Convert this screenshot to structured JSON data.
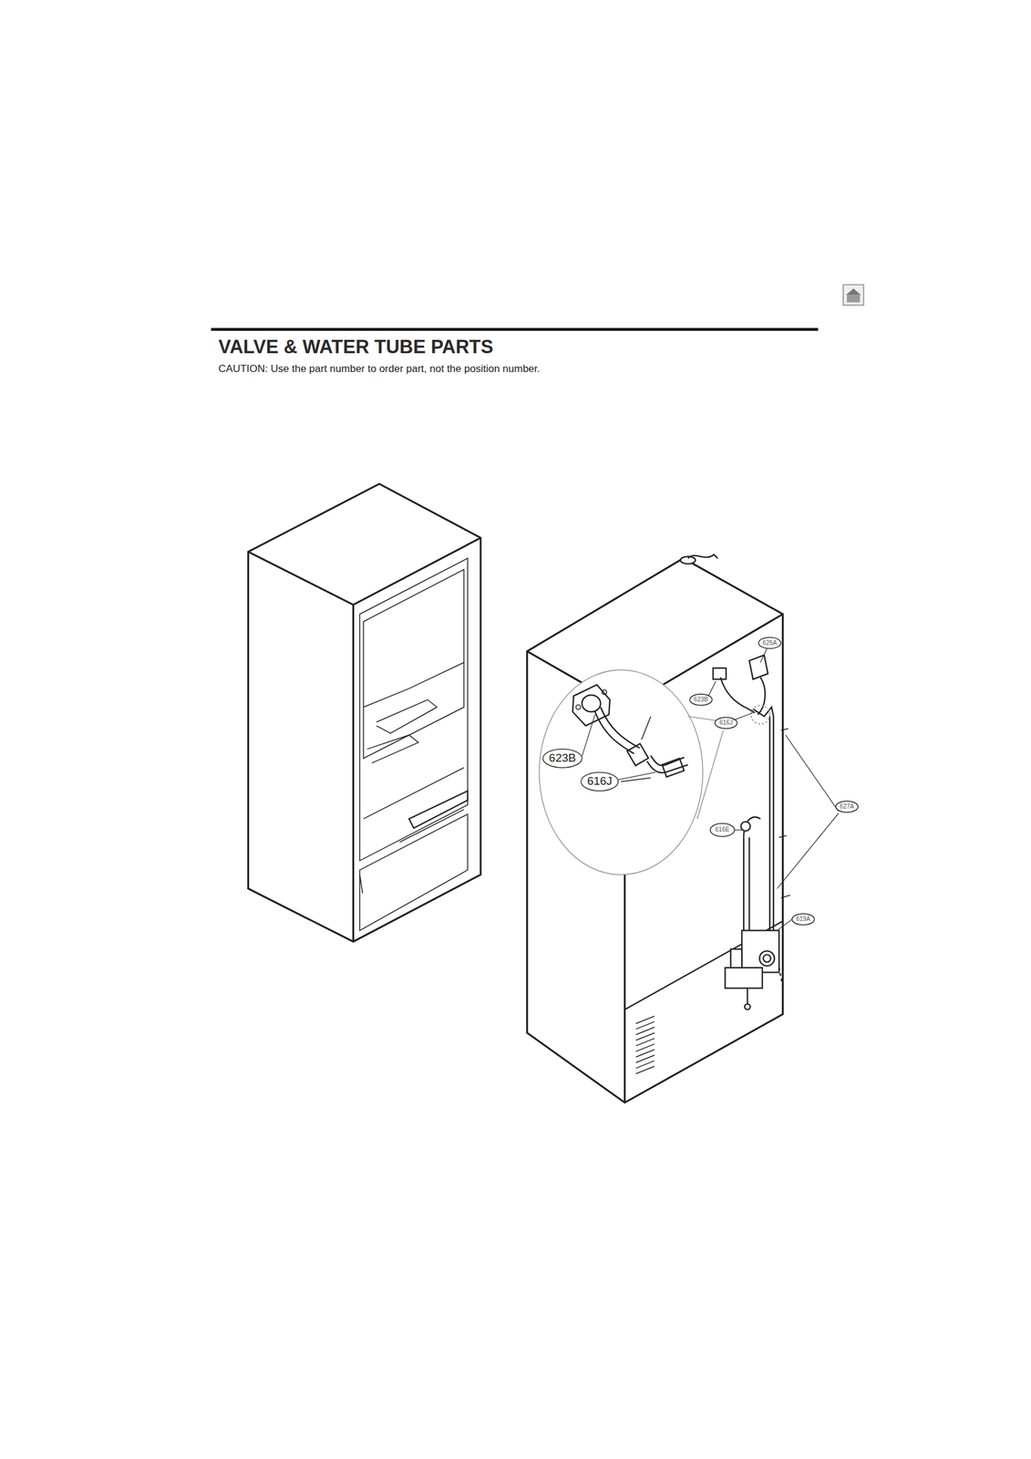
{
  "diagram": {
    "title": "VALVE & WATER TUBE PARTS",
    "labels": [
      "CAUTION: Use the part number to order part, not the position number.",
      "625A",
      "623B",
      "616J",
      "627A",
      "616E",
      "619A",
      "623B",
      "616J"
    ]
  }
}
